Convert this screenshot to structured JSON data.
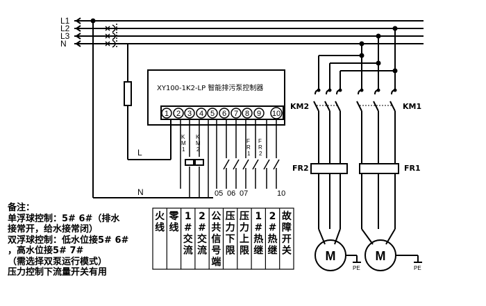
{
  "lines": [
    "L1",
    "L2",
    "L3",
    "N"
  ],
  "controller_title": "XY100-1K2-LP 智能排污泵控制器",
  "terminals": [
    "1",
    "2",
    "3",
    "4",
    "5",
    "6",
    "7",
    "8",
    "9",
    "10"
  ],
  "wire_labels": {
    "L": "L",
    "N": "N",
    "km1": [
      "K",
      "M",
      "1"
    ],
    "km2": [
      "K",
      "M",
      "2"
    ],
    "fr1": [
      "F",
      "R",
      "1"
    ],
    "fr2": [
      "F",
      "R",
      "2"
    ]
  },
  "bottom_terminals": [
    "05",
    "06",
    "07",
    "10"
  ],
  "contactors": {
    "left": "KM2",
    "right": "KM1"
  },
  "relays": {
    "left": "FR2",
    "right": "FR1"
  },
  "motor_label": "M",
  "earth_label": "PE",
  "table_columns": [
    [
      "火",
      "线"
    ],
    [
      "零",
      "线"
    ],
    [
      "1",
      "#",
      "交",
      "流"
    ],
    [
      "2",
      "#",
      "交",
      "流"
    ],
    [
      "公",
      "共",
      "信",
      "号",
      "端"
    ],
    [
      "压",
      "力",
      "下",
      "限"
    ],
    [
      "压",
      "力",
      "上",
      "限"
    ],
    [
      "1",
      "#",
      "热",
      "继"
    ],
    [
      "2",
      "#",
      "热",
      "继"
    ],
    [
      "故",
      "障",
      "开",
      "关"
    ]
  ],
  "notes": [
    "备注：",
    "单浮球控制：5#  6#（排水",
    "接常开，给水接常闭）",
    "双浮球控制：低水位接5# 6#",
    "，高水位接5# 7#",
    "（需选择双泵运行模式）",
    "压力控制下流量开关有用"
  ]
}
